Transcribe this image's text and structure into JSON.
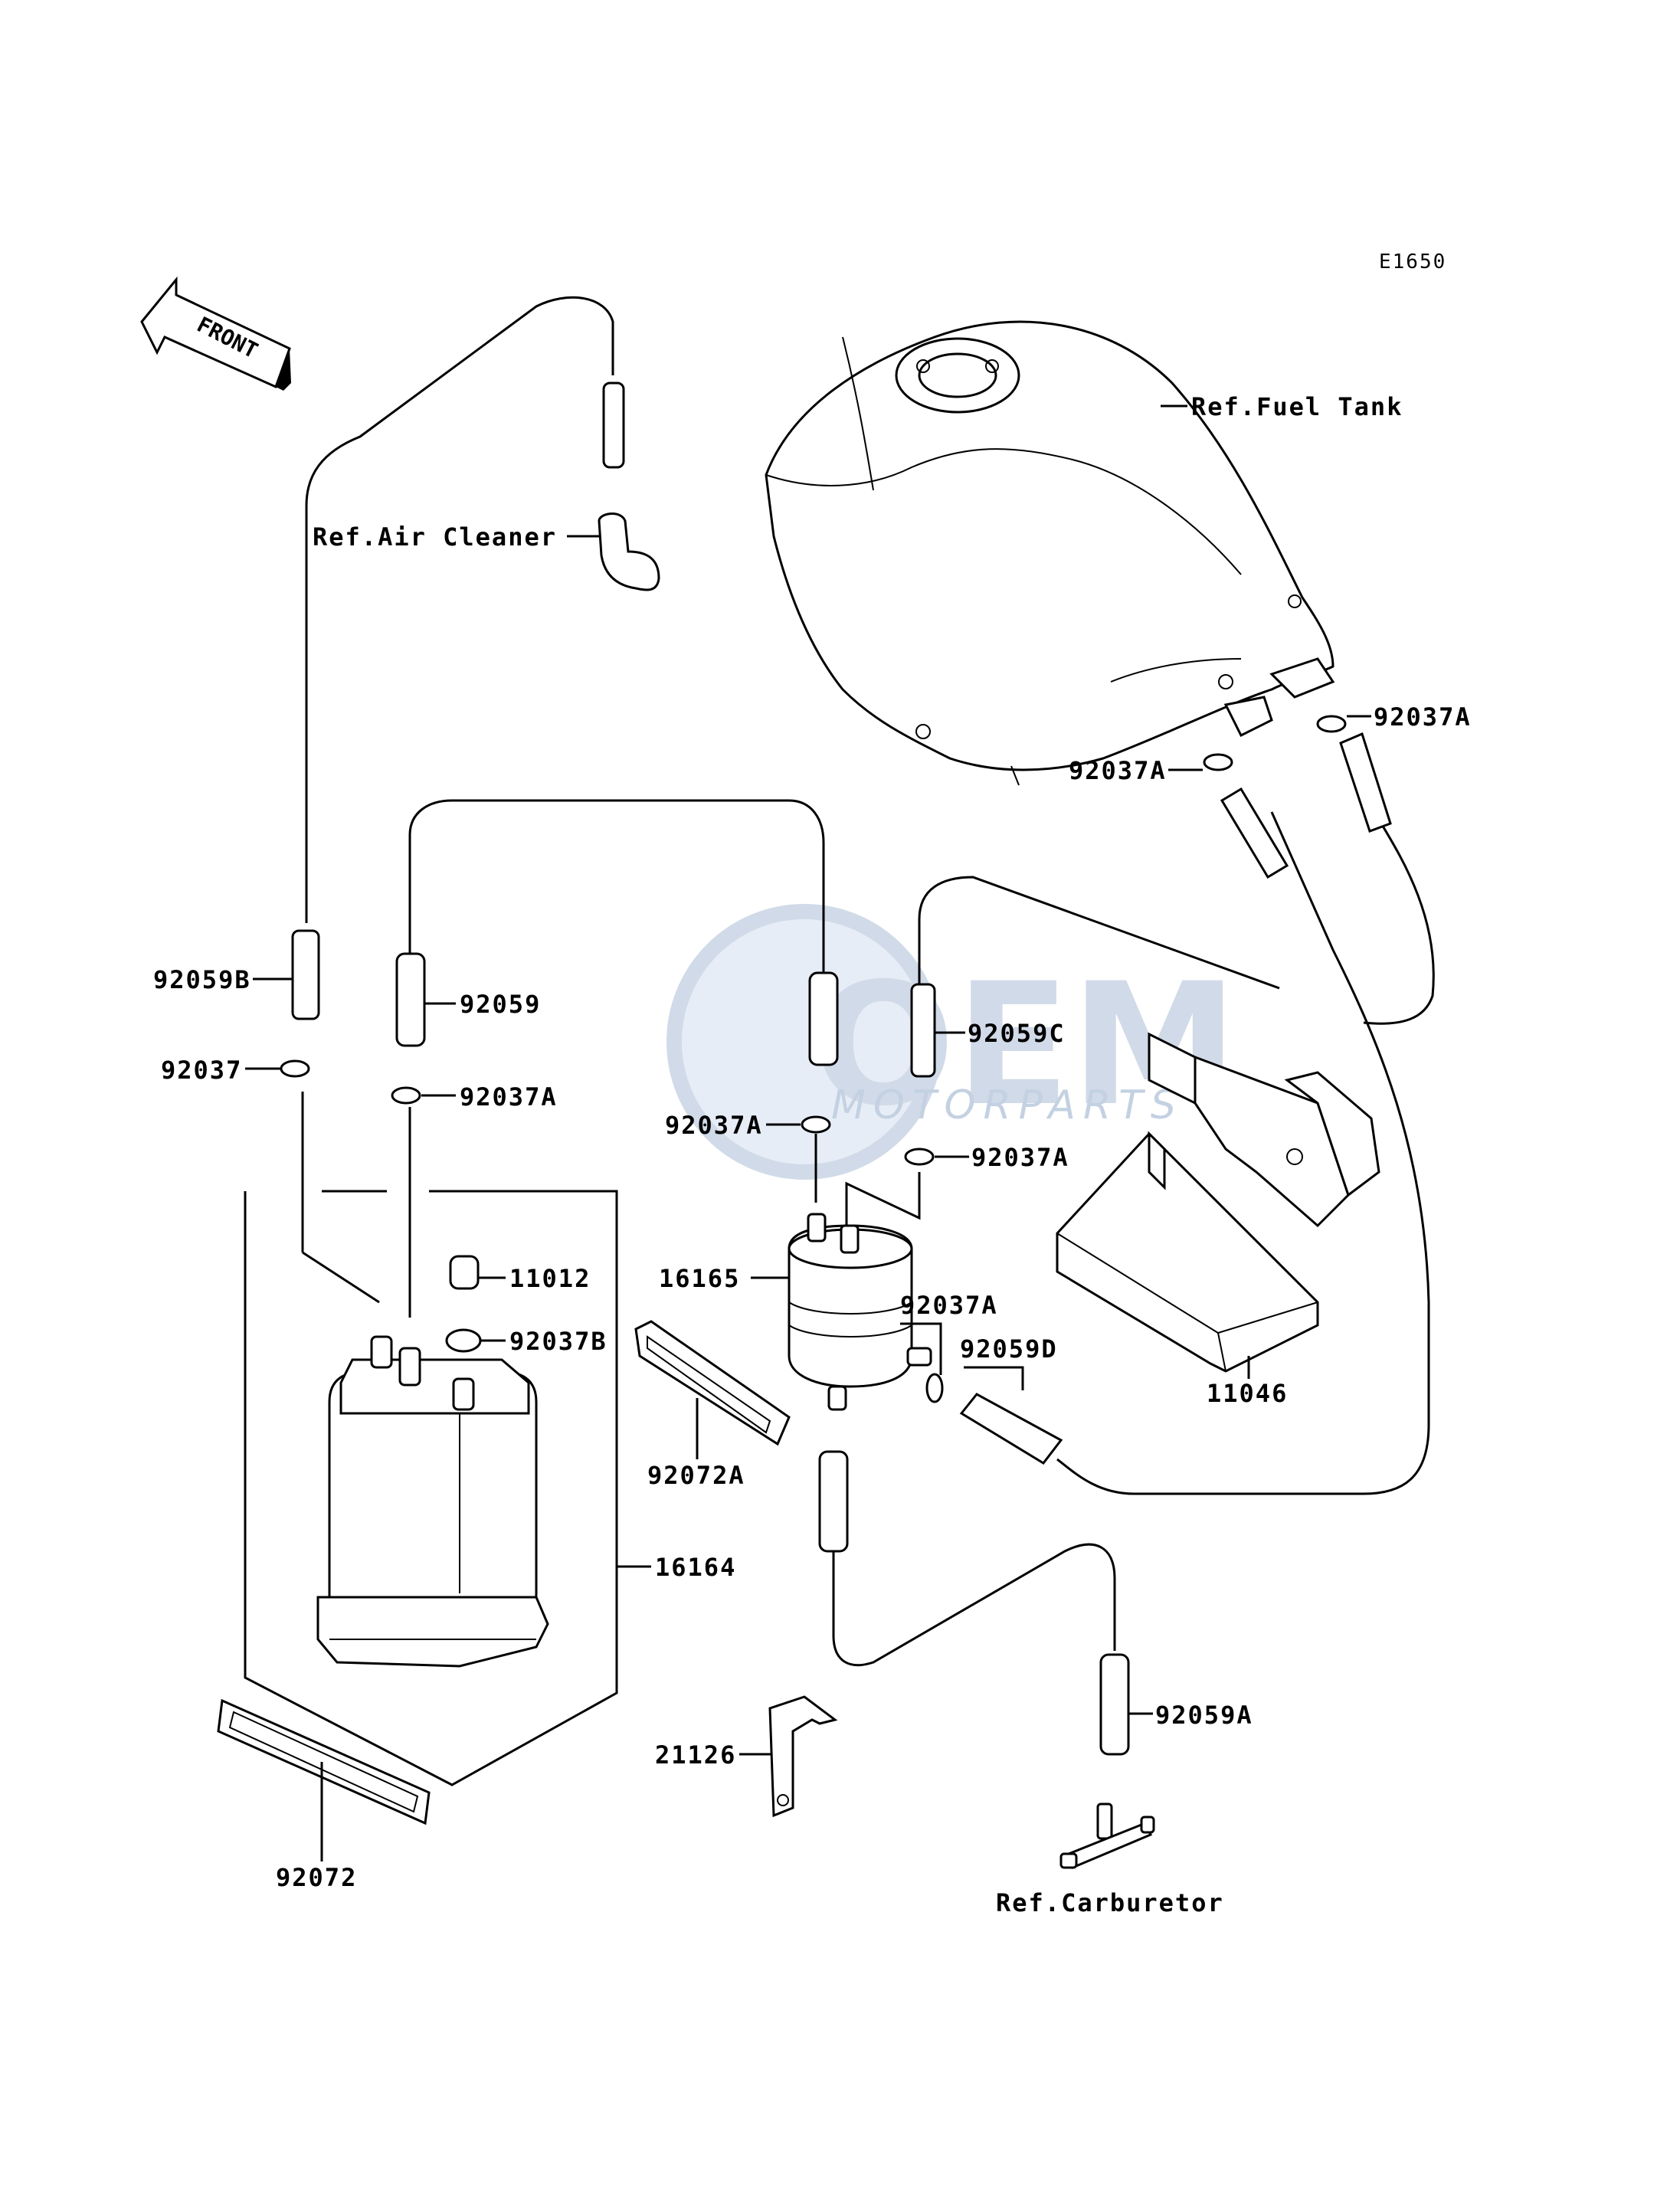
{
  "diagram_code": "E1650",
  "front_label": "FRONT",
  "watermark": {
    "big": "OEM",
    "small": "MOTORPARTS"
  },
  "labels": {
    "ref_fuel_tank": "Ref.Fuel Tank",
    "ref_air_cleaner": "Ref.Air Cleaner",
    "ref_carburetor": "Ref.Carburetor",
    "p92037A_tank_right": "92037A",
    "p92037A_tank_left": "92037A",
    "p92059B": "92059B",
    "p92059": "92059",
    "p92059C": "92059C",
    "p92037": "92037",
    "p92037A_left": "92037A",
    "p92037A_mid": "92037A",
    "p92037A_mid_right": "92037A",
    "p11012": "11012",
    "p92037B": "92037B",
    "p16165": "16165",
    "p92037A_filter": "92037A",
    "p92059D": "92059D",
    "p11046": "11046",
    "p92072A": "92072A",
    "p16164": "16164",
    "p21126": "21126",
    "p92059A": "92059A",
    "p92072": "92072"
  },
  "colors": {
    "line": "#000000",
    "watermark": "#c9d4e4"
  }
}
